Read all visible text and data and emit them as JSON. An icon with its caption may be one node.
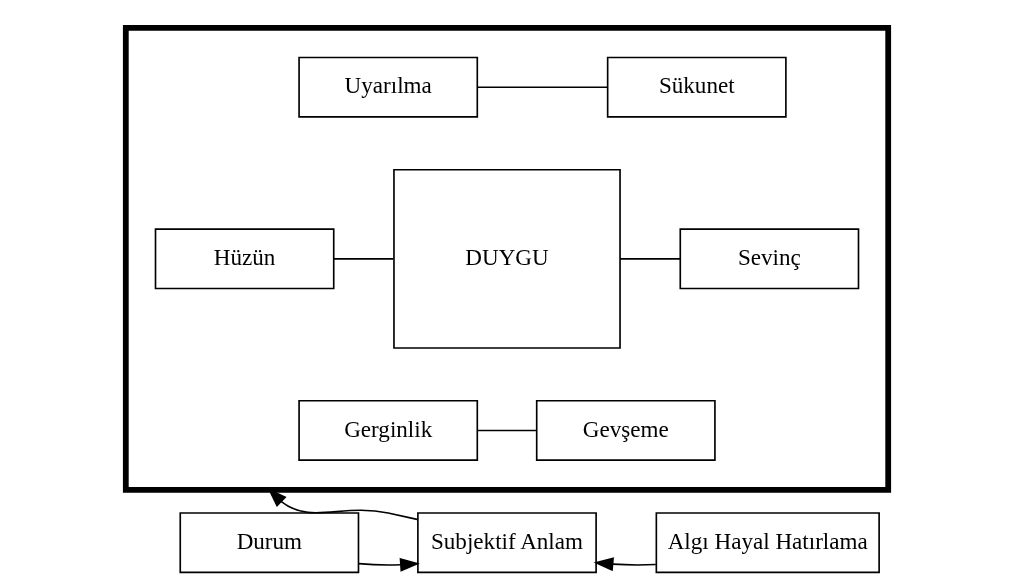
{
  "diagram": {
    "nodes": [
      {
        "text": [],
        "shape": "box"
      },
      {
        "text": [
          "Uyarılma"
        ],
        "in": 0
      },
      {
        "text": [
          "Sükunet"
        ],
        "in": 0
      },
      {
        "text": [
          "Hüzün"
        ],
        "in": 0
      },
      {
        "text": [
          "DUYGU"
        ],
        "in": 0
      },
      {
        "text": [
          "Sevinç"
        ],
        "in": 0
      },
      {
        "text": [
          "Gerginlik"
        ],
        "in": 0
      },
      {
        "text": [
          "Gevşeme"
        ],
        "in": 0
      },
      {
        "text": [
          "Durum"
        ]
      },
      {
        "text": [
          "Subjektif Anlam"
        ]
      },
      {
        "text": [
          "Algı Hayal Hatırlama"
        ]
      }
    ],
    "edges": [
      {
        "from": 1,
        "to": 2,
        "arrow": "none"
      },
      {
        "from": 3,
        "to": 4,
        "arrow": "none"
      },
      {
        "from": 4,
        "to": 5,
        "arrow": "none"
      },
      {
        "from": 6,
        "to": 7,
        "arrow": "none"
      },
      {
        "from": 8,
        "to": 9,
        "arrow": "to"
      },
      {
        "from": 10,
        "to": 9,
        "arrow": "to"
      },
      {
        "from": 9,
        "to": 0,
        "arrow": "to"
      }
    ]
  }
}
